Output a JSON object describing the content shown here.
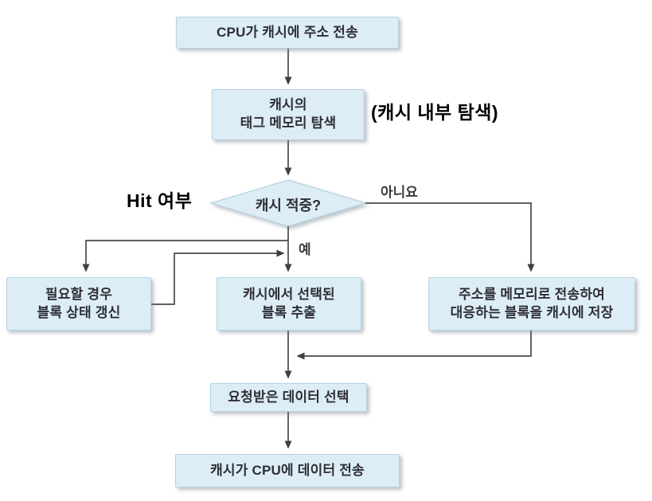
{
  "diagram": {
    "type": "flowchart",
    "topic": "cache-read-operation-flow",
    "nodes": {
      "cpu_send_address": {
        "label": "CPU가 캐시에 주소 전송"
      },
      "tag_memory_search": {
        "label": "캐시의\n태그 메모리 탐색"
      },
      "cache_hit_decision": {
        "label": "캐시 적중?"
      },
      "update_block_state": {
        "label": "필요할 경우\n블록 상태 갱신"
      },
      "extract_block": {
        "label": "캐시에서 선택된\n블록 추출"
      },
      "store_block_from_memory": {
        "label": "주소를 메모리로 전송하여\n대응하는 블록을 캐시에 저장"
      },
      "select_requested_data": {
        "label": "요청받은 데이터 선택"
      },
      "send_data_to_cpu": {
        "label": "캐시가 CPU에 데이터 전송"
      }
    },
    "edge_labels": {
      "yes": "예",
      "no": "아니요"
    },
    "annotations": {
      "internal_search": "(캐시 내부 탐색)",
      "hit_check": "Hit 여부"
    },
    "colors": {
      "node_fill": "#ddedf6",
      "node_border": "#b7d3e3",
      "connector": "#4a4a4a",
      "node_text": "#2e2e36",
      "annotation_text": "#000000",
      "background": "#ffffff"
    }
  }
}
